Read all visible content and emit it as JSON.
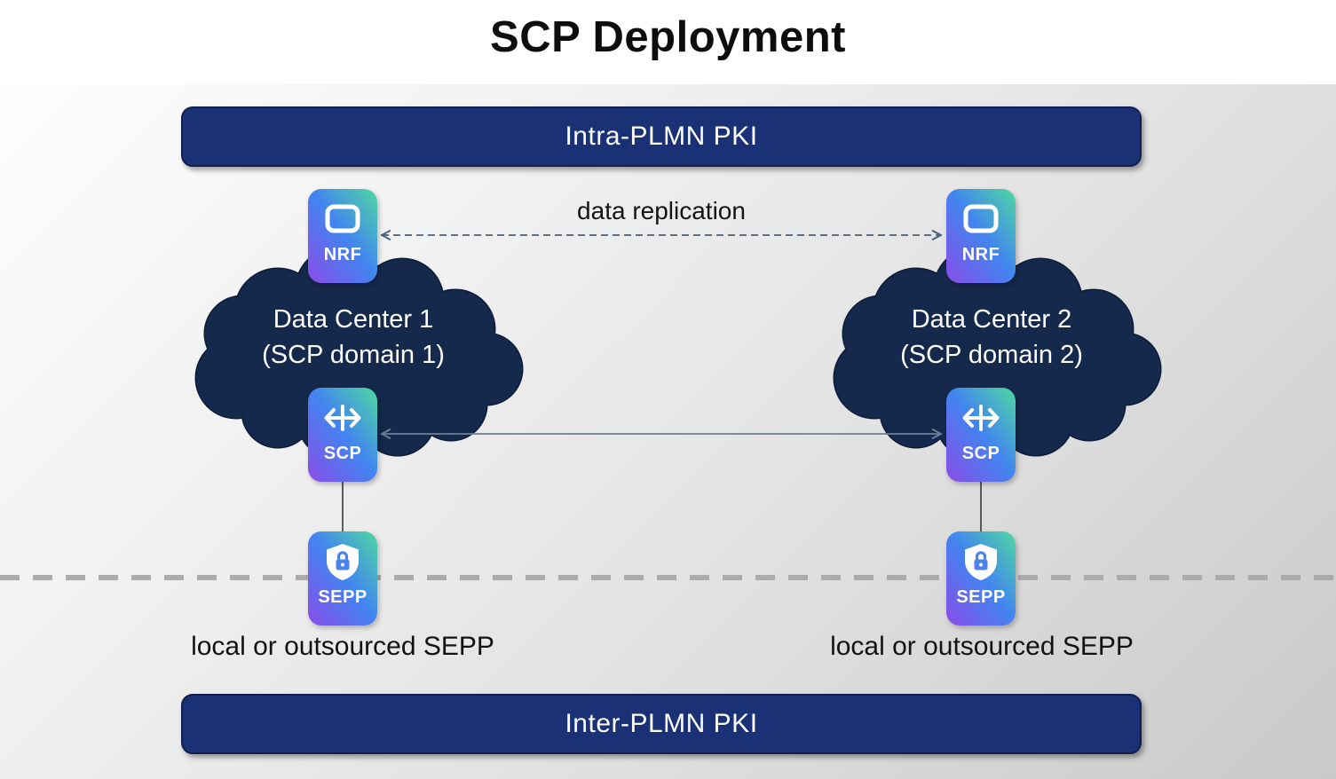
{
  "title": "SCP Deployment",
  "banners": {
    "top": "Intra-PLMN PKI",
    "bottom": "Inter-PLMN PKI"
  },
  "clouds": {
    "left": {
      "line1": "Data Center 1",
      "line2": "(SCP domain 1)"
    },
    "right": {
      "line1": "Data Center 2",
      "line2": "(SCP domain 2)"
    }
  },
  "nodes": {
    "nrf": "NRF",
    "scp": "SCP",
    "sepp": "SEPP"
  },
  "annotations": {
    "data_replication": "data replication",
    "sepp_caption_left": "local or outsourced SEPP",
    "sepp_caption_right": "local or outsourced SEPP"
  },
  "colors": {
    "banner_navy": "#1b3176",
    "cloud_navy": "#15294d",
    "cloud_outline": "#0c1c38",
    "icon_gradient_purple": "#8a4ce8",
    "icon_gradient_blue": "#4285f0",
    "icon_gradient_green": "#4fd8a1",
    "dashed_replication_arrow": "#44617f",
    "solid_scp_arrow": "#6a8099",
    "plmn_divider_gray": "#ababab",
    "background_gray": "#c9c9c9"
  }
}
